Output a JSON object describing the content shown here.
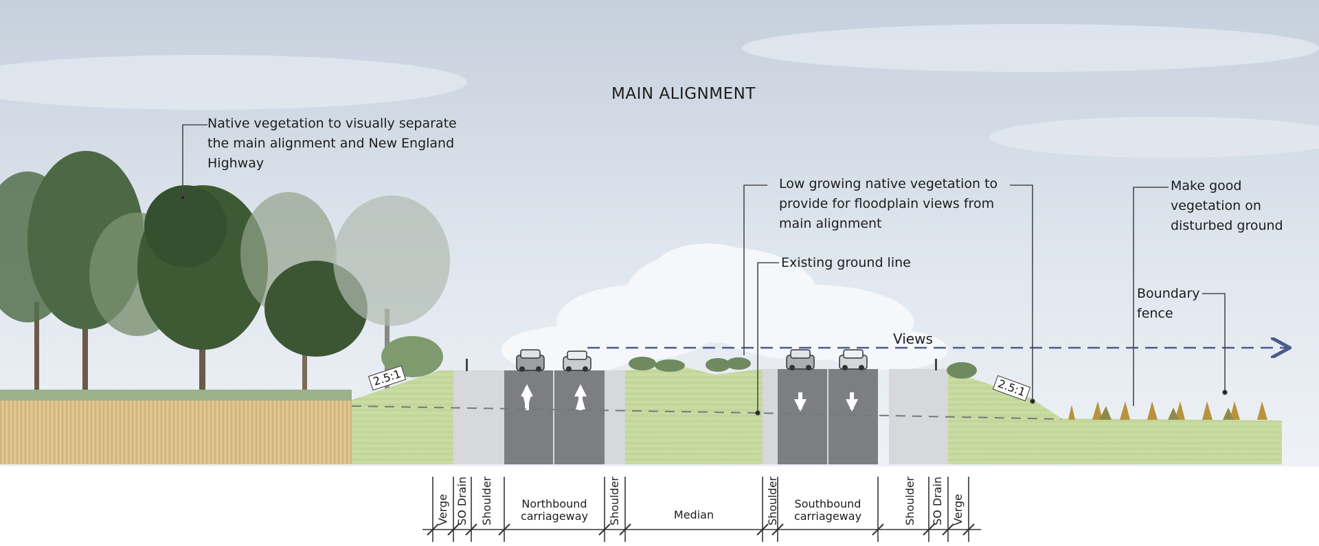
{
  "title": "MAIN ALIGNMENT",
  "annotations": {
    "native_vegetation": [
      "Native vegetation to visually separate",
      "the main alignment and New England",
      "Highway"
    ],
    "low_growing": [
      "Low growing native vegetation to",
      "provide for floodplain views from",
      "main alignment"
    ],
    "existing_ground": "Existing ground line",
    "make_good": [
      "Make good",
      "vegetation on",
      "disturbed ground"
    ],
    "boundary_fence": [
      "Boundary",
      "fence"
    ],
    "views": "Views"
  },
  "slopes": {
    "left": "2.5:1",
    "right": "2.5:1"
  },
  "sections": {
    "verge_left": "Verge",
    "so_drain_left": "SO Drain",
    "shoulder_1": "Shoulder",
    "northbound": [
      "Northbound",
      "carriageway"
    ],
    "shoulder_2": "Shoulder",
    "median": "Median",
    "shoulder_3": "Shoulder",
    "southbound": [
      "Southbound",
      "carriageway"
    ],
    "shoulder_4": "Shoulder",
    "so_drain_right": "SO Drain",
    "verge_right": "Verge"
  },
  "colors": {
    "sky_top": "#c7d1dd",
    "sky_bottom": "#eef2f6",
    "grass": "#c9dba1",
    "pavement": "#7c7e82",
    "shoulder": "#d6d8dc",
    "timber": "#d9bd86",
    "leader": "#4a4a4a",
    "view_arrow": "#4b5a8c"
  }
}
